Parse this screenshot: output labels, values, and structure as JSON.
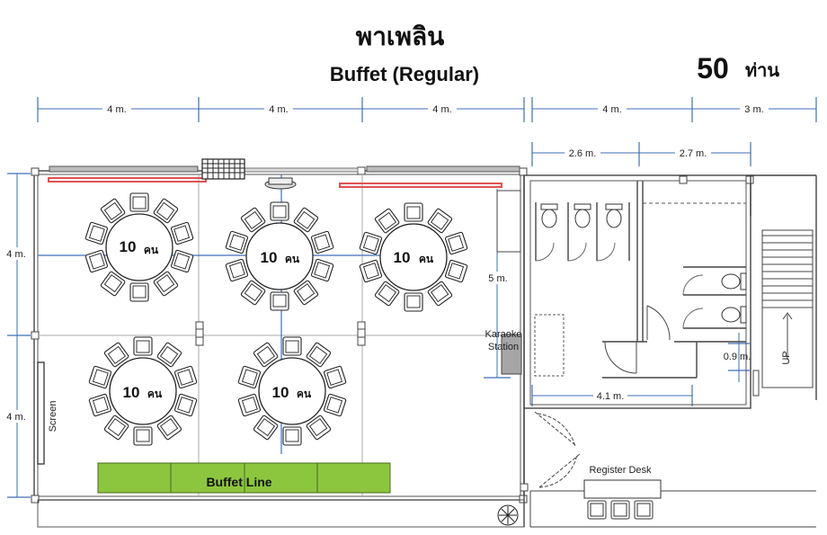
{
  "header": {
    "room_name": "พาเพลิน",
    "package": "Buffet (Regular)",
    "capacity_number": "50",
    "capacity_unit": "ท่าน"
  },
  "dimensions": {
    "top_left": "4 m.",
    "top_middle": "4 m.",
    "top_right": "4 m.",
    "top_annex": "4 m.",
    "top_stair": "3 m.",
    "restroom_left": "2.6 m.",
    "restroom_right": "2.7 m.",
    "left_upper": "4 m.",
    "left_lower": "4 m.",
    "annex_depth": "5 m.",
    "annex_width": "4.1 m.",
    "door_width": "0.9 m."
  },
  "tables": [
    {
      "number": "10",
      "unit": "คน"
    },
    {
      "number": "10",
      "unit": "คน"
    },
    {
      "number": "10",
      "unit": "คน"
    },
    {
      "number": "10",
      "unit": "คน"
    },
    {
      "number": "10",
      "unit": "คน"
    }
  ],
  "labels": {
    "screen": "Screen",
    "karaoke_line1": "Karaoke",
    "karaoke_line2": "Station",
    "buffet_line": "Buffet Line",
    "register_desk": "Register Desk",
    "up": "UP"
  },
  "colors": {
    "buffet_fill": "#8cc63f",
    "dimension_line": "#3d6fb6",
    "red_marker": "#e05252",
    "karaoke_box": "#a6a6a6"
  }
}
